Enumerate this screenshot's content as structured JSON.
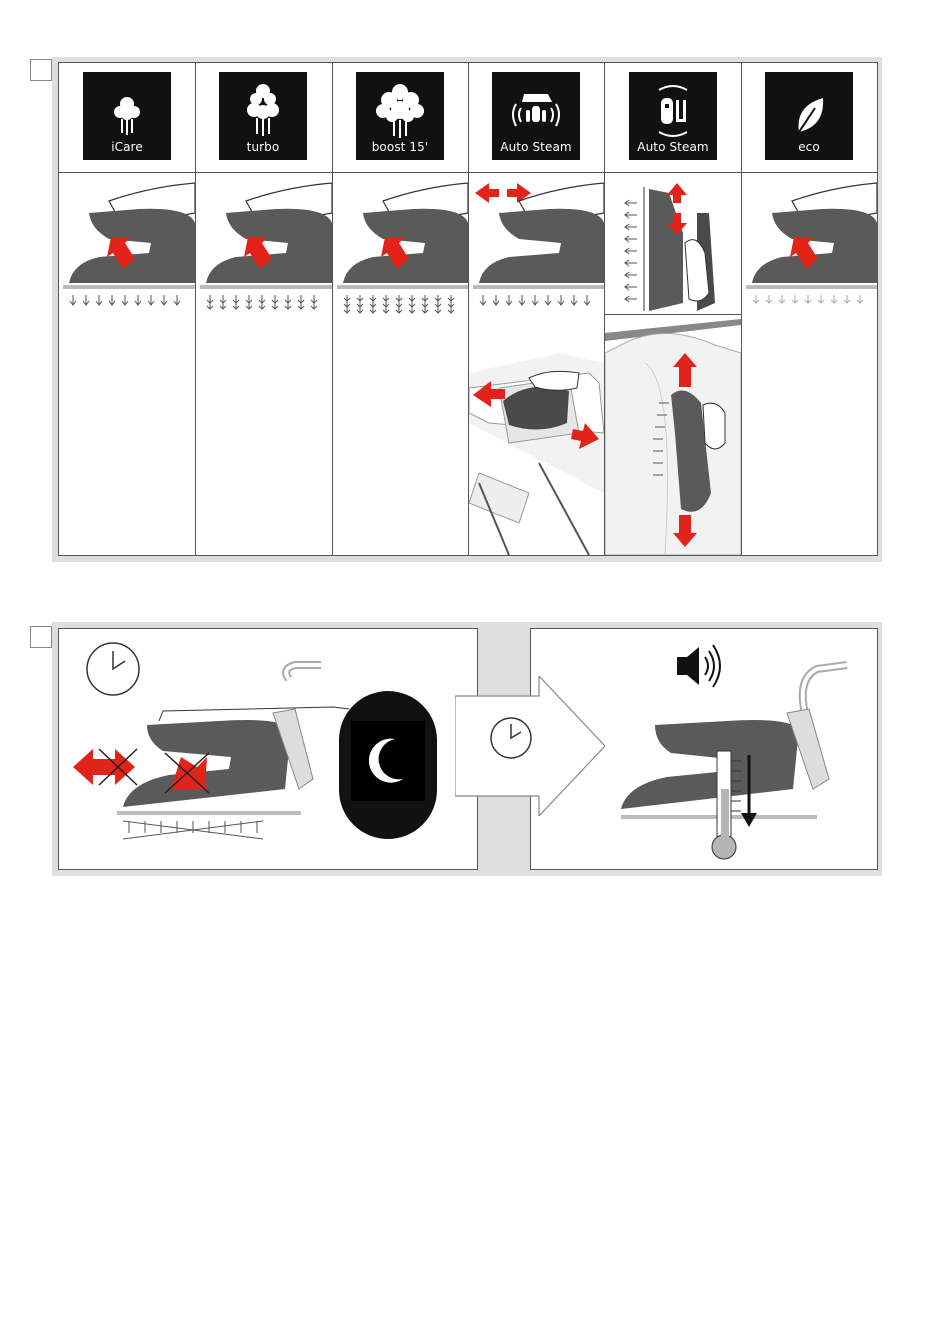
{
  "top_panel": {
    "modes": [
      {
        "label": "iCare",
        "icon": "tree-steam-small-icon",
        "sole_steam": "single-arrows"
      },
      {
        "label": "turbo",
        "icon": "tree-steam-medium-icon",
        "sole_steam": "double-arrows"
      },
      {
        "label": "boost 15'",
        "icon": "tree-steam-large-icon",
        "sole_steam": "triple-arrows"
      },
      {
        "label": "Auto Steam",
        "icon": "auto-steam-horizontal-icon",
        "sole_steam": "single-arrows"
      },
      {
        "label": "Auto Steam",
        "icon": "auto-steam-vertical-icon",
        "sole_steam": "side-arrows"
      },
      {
        "label": "eco",
        "icon": "leaf-icon",
        "sole_steam": "faint-arrows"
      }
    ]
  },
  "bottom_panel": {
    "sleep_icon": "moon-icon",
    "sound_icon": "speaker-icon",
    "timer_icon": "clock-icon",
    "temp_icon": "thermometer-icon"
  },
  "colors": {
    "accent_red": "#e2231a",
    "iron_gray": "#5a5a5a",
    "panel_gray": "#dedede",
    "tile_black": "#111111"
  }
}
